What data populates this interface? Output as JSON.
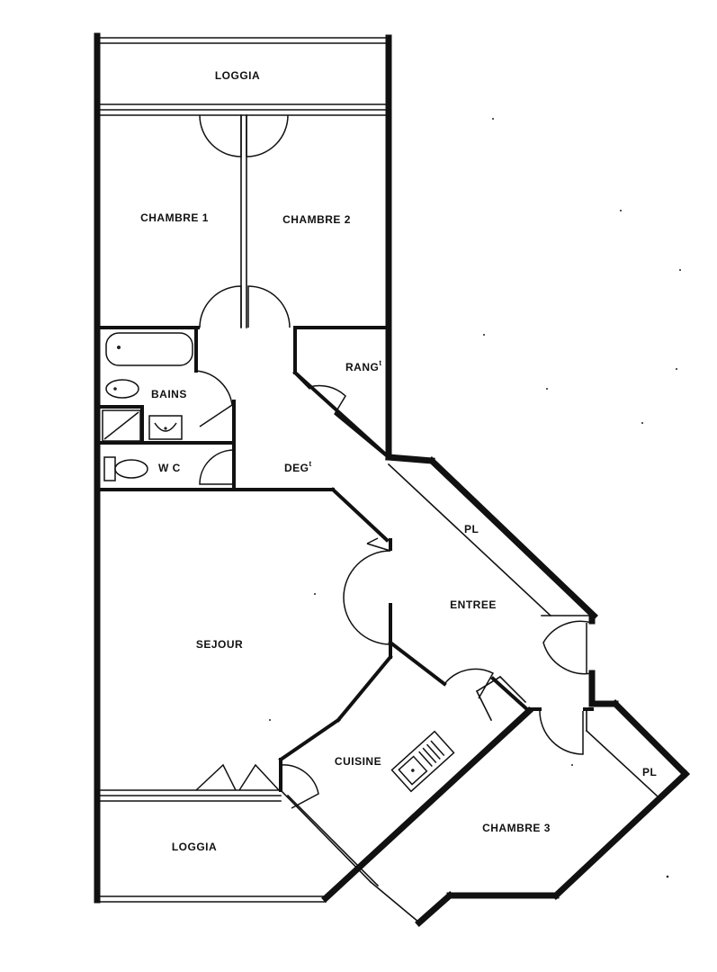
{
  "rooms": {
    "loggia_top": "LOGGIA",
    "chambre1": "CHAMBRE 1",
    "chambre2": "CHAMBRE 2",
    "rangement": "RANG",
    "rangement_sup": "t",
    "bains": "BAINS",
    "wc": "W C",
    "degagement": "DEG",
    "degagement_sup": "t",
    "placard_entree": "PL",
    "entree": "ENTREE",
    "sejour": "SEJOUR",
    "cuisine": "CUISINE",
    "placard_chambre3": "PL",
    "chambre3": "CHAMBRE 3",
    "loggia_bottom": "LOGGIA"
  }
}
